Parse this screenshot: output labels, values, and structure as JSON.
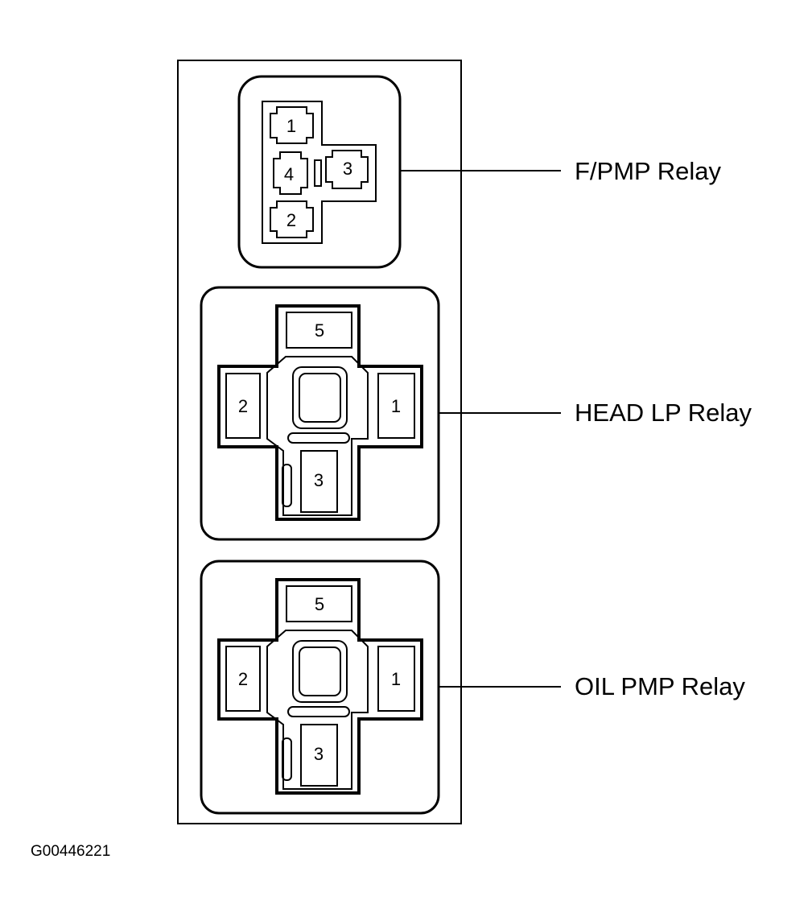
{
  "relays": [
    {
      "label": "F/PMP Relay",
      "pins": {
        "p1": "1",
        "p2": "2",
        "p3": "3",
        "p4": "4"
      }
    },
    {
      "label": "HEAD LP Relay",
      "pins": {
        "p1": "1",
        "p2": "2",
        "p3": "3",
        "p5": "5"
      }
    },
    {
      "label": "OIL PMP Relay",
      "pins": {
        "p1": "1",
        "p2": "2",
        "p3": "3",
        "p5": "5"
      }
    }
  ],
  "figure_code": "G00446221"
}
